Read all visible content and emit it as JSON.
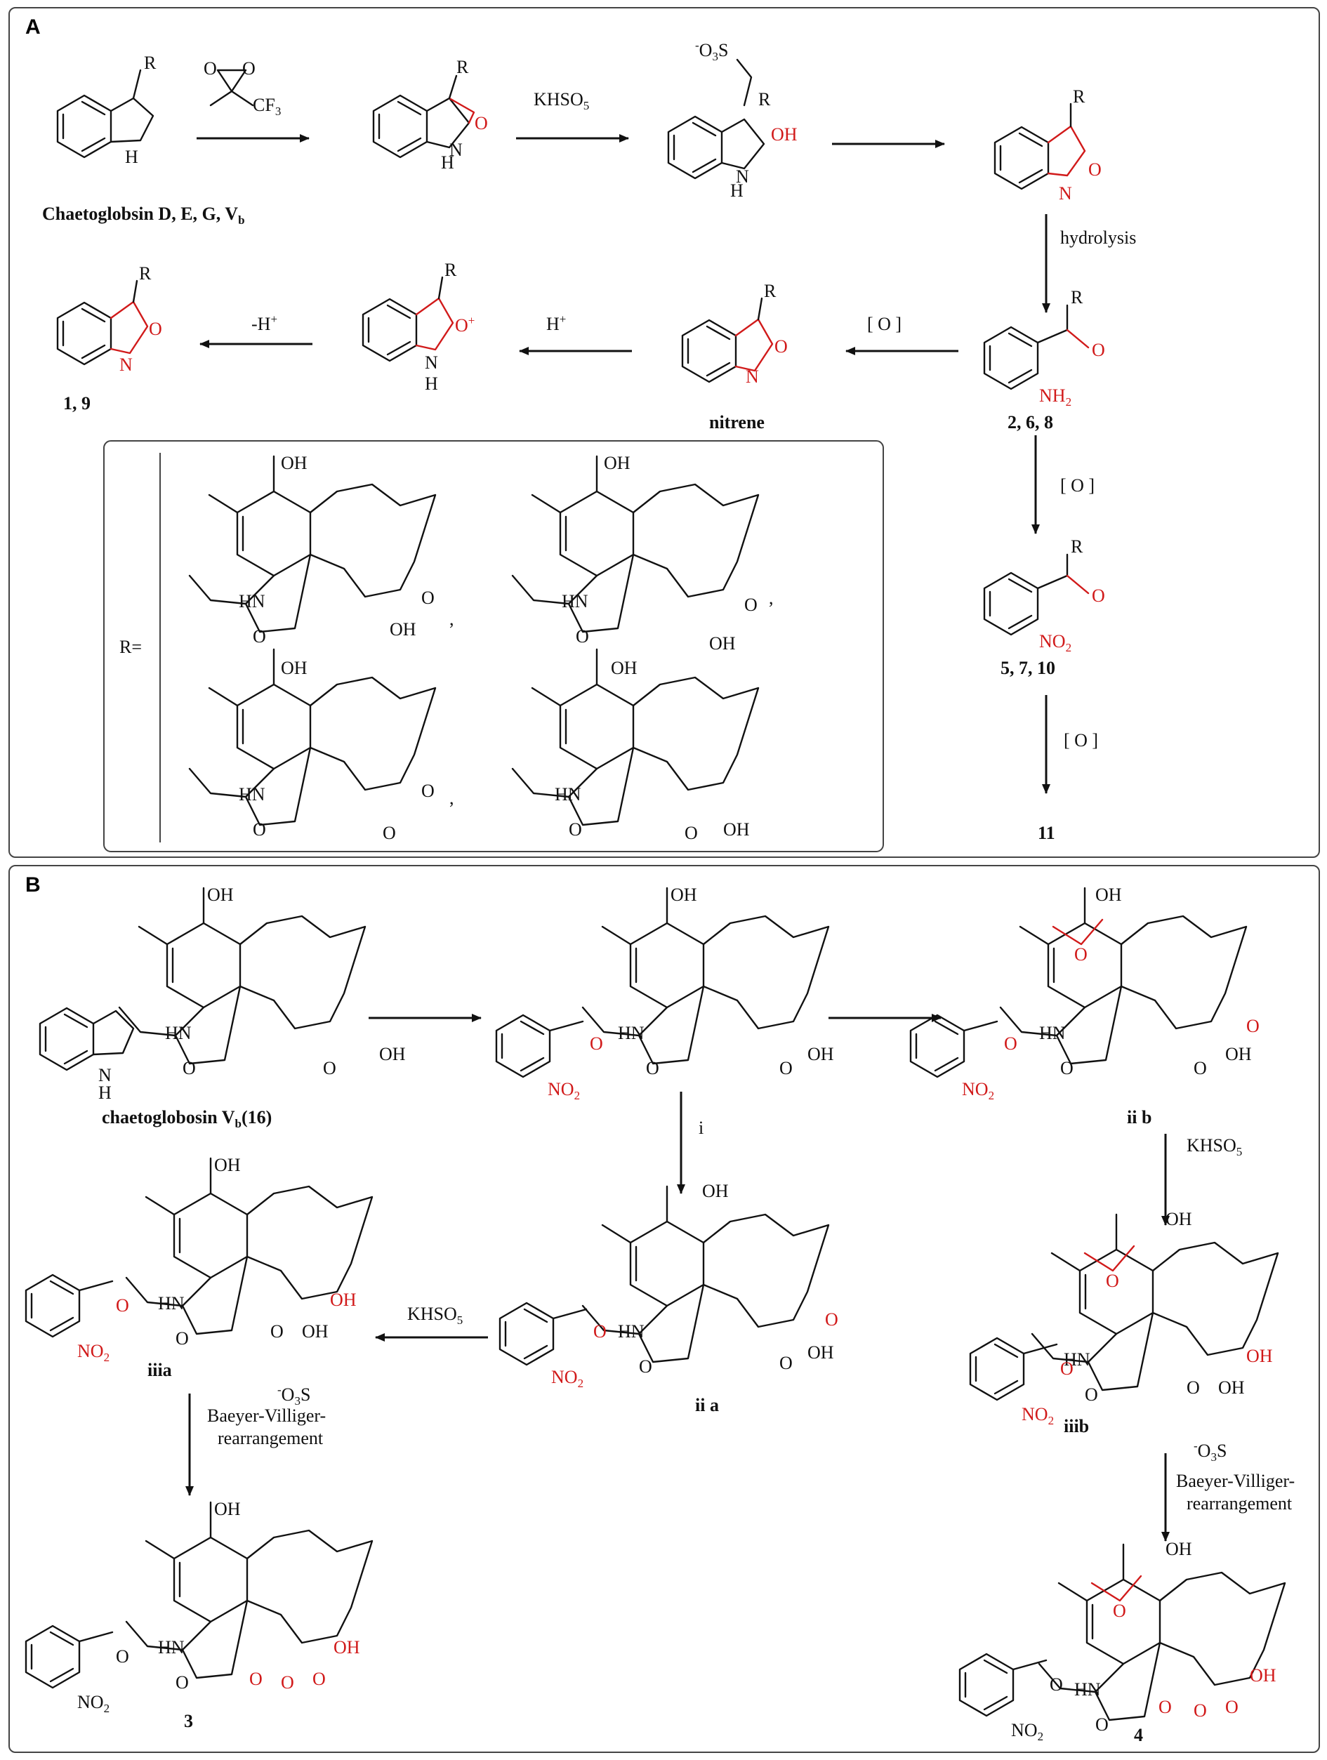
{
  "panels": {
    "a": {
      "label": "A"
    },
    "b": {
      "label": "B"
    }
  },
  "colors": {
    "text": "#111111",
    "highlight": "#d11a1a",
    "frame": "#444444"
  },
  "panel_a": {
    "start_compound": "Chaetoglobsin D, E, G, V",
    "start_compound_sub": "b",
    "reagent_dioxirane": "CF",
    "reagent_dioxirane_sub": "3",
    "khso5": "KHSO",
    "khso5_sub": "5",
    "sulfate": "O",
    "sulfate_sub": "3",
    "sulfate_minus": "-",
    "sulfate_s": "S",
    "hydrolysis": "hydrolysis",
    "oxidation": "[ O ]",
    "h_plus": "H",
    "h_plus_sup": "+",
    "minus_h_plus": "-H",
    "minus_h_plus_sup": "+",
    "nitrene": "nitrene",
    "products_1_9": "1, 9",
    "products_2_6_8": "2, 6, 8",
    "products_5_7_10": "5, 7, 10",
    "product_11": "11",
    "r_equals": "R=",
    "r": "R",
    "oh": "OH",
    "o": "O",
    "h": "H",
    "n": "N",
    "nh": "NH",
    "nh_sub": "2",
    "no2": "NO",
    "no2_sub": "2",
    "hn": "HN",
    "o_plus": "O",
    "o_plus_sup": "+",
    "comma": ","
  },
  "panel_b": {
    "start_compound": "chaetoglobosin V",
    "start_compound_sub": "b",
    "start_compound_num": "(16)",
    "step_i": "i",
    "step_iia": "ii a",
    "step_iib": "ii b",
    "step_iiia": "iiia",
    "step_iiib": "iiib",
    "khso5": "KHSO",
    "khso5_sub": "5",
    "bv_line1": "Baeyer-Villiger-",
    "bv_line2": "rearrangement",
    "product_3": "3",
    "product_4": "4",
    "oh": "OH",
    "o": "O",
    "h": "H",
    "hn": "HN",
    "n": "N",
    "no2": "NO",
    "no2_sub": "2",
    "sulfate": "O",
    "sulfate_sub": "3",
    "sulfate_minus": "-",
    "sulfate_s": "S"
  }
}
